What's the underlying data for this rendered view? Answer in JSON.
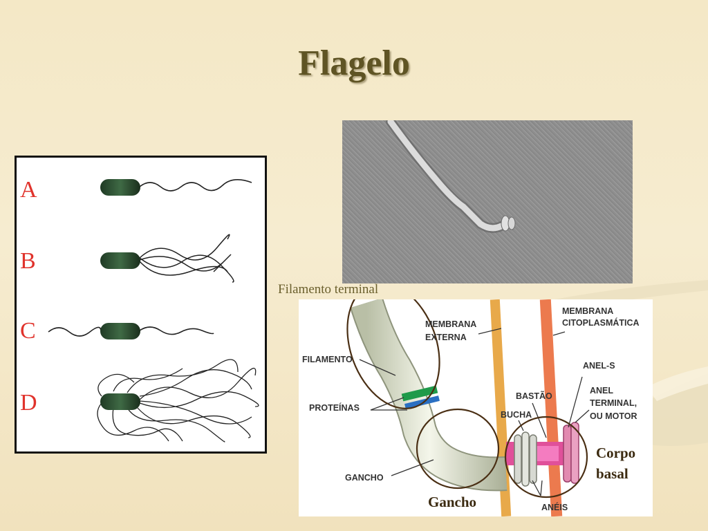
{
  "slide": {
    "title": "Flagelo"
  },
  "colors": {
    "title": "#5f5424",
    "letters": "#e0332c",
    "callout_ring": "#4a2f14",
    "caption": "#6a5f2c"
  },
  "panel_arrangements": {
    "letters": [
      "A",
      "B",
      "C",
      "D"
    ]
  },
  "micrograph": {
    "kind": "electron-micrograph"
  },
  "structure_diagram": {
    "caption_top": "Filamento terminal",
    "labels": {
      "membrana_externa_1": "MEMBRANA",
      "membrana_externa_2": "EXTERNA",
      "membrana_cito_1": "MEMBRANA",
      "membrana_cito_2": "CITOPLASMÁTICA",
      "filamento": "FILAMENTO",
      "proteinas": "PROTEÍNAS",
      "gancho": "GANCHO",
      "anel_s": "ANEL-S",
      "anel_terminal_1": "ANEL",
      "anel_terminal_2": "TERMINAL,",
      "anel_terminal_3": "OU MOTOR",
      "bastao": "BASTÃO",
      "bucha": "BUCHA",
      "aneis": "ANÉIS"
    },
    "callouts": {
      "gancho": "Gancho",
      "corpo_1": "Corpo",
      "corpo_2": "basal"
    }
  }
}
